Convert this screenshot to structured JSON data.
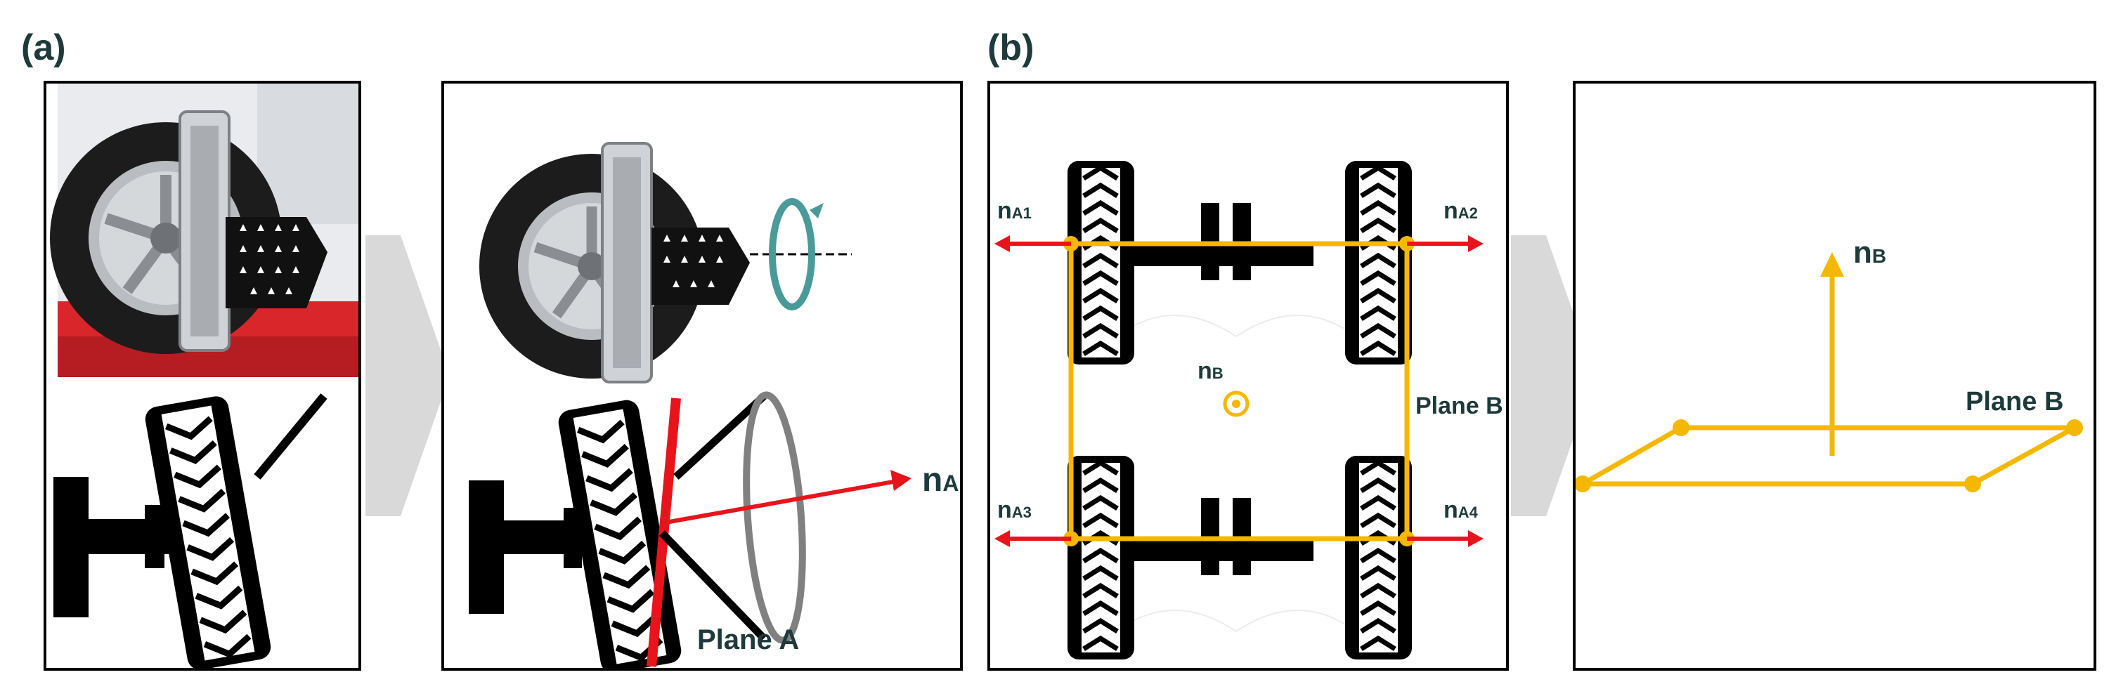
{
  "panels": {
    "a_label": "(a)",
    "b_label": "(b)"
  },
  "labels": {
    "plane_a": "Plane A",
    "plane_b_vehicle": "Plane B",
    "plane_b_flat": "Plane B",
    "n_a1": "n",
    "n_a1_sub": "A1",
    "n_a1_top": "n",
    "n_a1_top_sub": "A1",
    "n_a2": "n",
    "n_a2_sub": "A2",
    "n_a3": "n",
    "n_a3_sub": "A3",
    "n_a4": "n",
    "n_a4_sub": "A4",
    "n_b_center": "n",
    "n_b_center_sub": "B",
    "n_b_flat": "n",
    "n_b_flat_sub": "B"
  },
  "colors": {
    "normal_arrow": "#e8141c",
    "plane_b": "#f5b800",
    "plane_a_edge": "#e8141c",
    "target_ring": "#4b9a9a",
    "chevron": "#d9d9d9",
    "text": "#1e3a3a"
  }
}
